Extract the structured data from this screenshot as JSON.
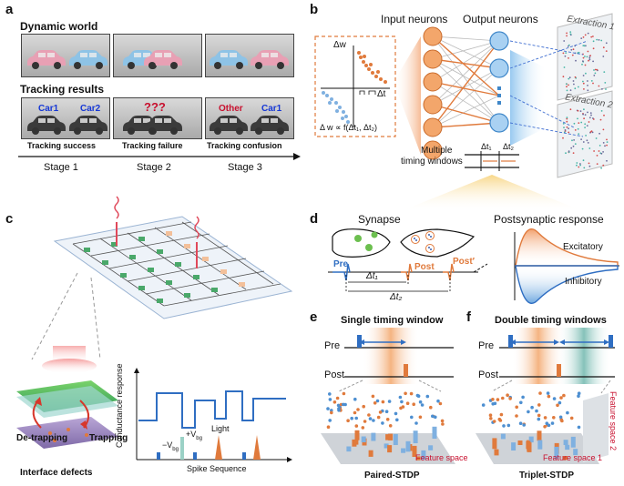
{
  "panel_labels": {
    "a": "a",
    "b": "b",
    "c": "c",
    "d": "d",
    "e": "e",
    "f": "f"
  },
  "panel_a": {
    "title_dynamic": "Dynamic world",
    "title_tracking": "Tracking results",
    "labels": {
      "car1": "Car1",
      "car2": "Car2",
      "unknown": "???",
      "other": "Other"
    },
    "outcomes": [
      "Tracking success",
      "Tracking failure",
      "Tracking confusion"
    ],
    "stages": [
      "Stage 1",
      "Stage 2",
      "Stage 3"
    ],
    "colors": {
      "pink_car": "#e8a0b4",
      "blue_car": "#8ec3e6",
      "label_blue": "#1537d6",
      "label_red": "#c8102e"
    }
  },
  "panel_b": {
    "input_neurons": "Input neurons",
    "output_neurons": "Output neurons",
    "extraction1": "Extraction 1",
    "extraction2": "Extraction 2",
    "multiple": "Multiple",
    "timing_windows": "timing windows",
    "dw_axis": "Δw",
    "dt_axis": "Δt",
    "formula": "Δ w ∝ f(Δt₁, Δt₂)",
    "dt1": "Δt₁",
    "dt2": "Δt₂",
    "colors": {
      "input": "#f3a66b",
      "output": "#5aa9e6",
      "orange_pts": "#e07a3c",
      "blue_pts": "#4d8fd1"
    }
  },
  "panel_c": {
    "de_trapping": "De-trapping",
    "trapping": "Trapping",
    "interface_defects": "Interface defects",
    "conductance_response": "Conductance response",
    "spike_sequence": "Spike Sequence",
    "neg_vbg": "−V",
    "pos_vbg": "+V",
    "bg": "bg",
    "light": "Light"
  },
  "panel_d": {
    "synapse": "Synapse",
    "postsynaptic": "Postsynaptic response",
    "pre": "Pre",
    "post": "Post",
    "post_prime": "Post′",
    "dt1": "Δt₁",
    "dt2": "Δt₂",
    "excitatory": "Excitatory",
    "inhibitory": "Inhibitory"
  },
  "panel_e": {
    "title": "Single timing window",
    "pre": "Pre",
    "post": "Post",
    "feature_space": "Feature space",
    "rule": "Paired-STDP"
  },
  "panel_f": {
    "title": "Double timing windows",
    "pre": "Pre",
    "post": "Post",
    "feature_space1": "Feature space 1",
    "feature_space2": "Feature space 2",
    "rule": "Triplet-STDP"
  }
}
